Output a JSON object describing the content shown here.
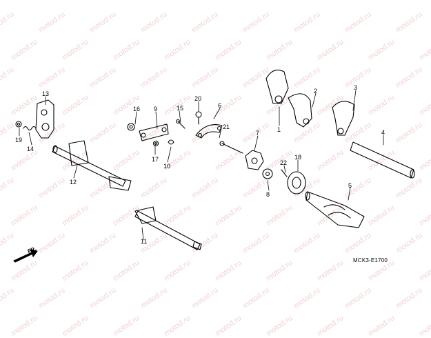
{
  "watermark": {
    "text": "motod.ru"
  },
  "diagram_code": "MCK3-E1700",
  "front_label": "FR.",
  "callouts": [
    {
      "id": "c1",
      "label": "1"
    },
    {
      "id": "c2",
      "label": "2"
    },
    {
      "id": "c3",
      "label": "3"
    },
    {
      "id": "c4",
      "label": "4"
    },
    {
      "id": "c5",
      "label": "5"
    },
    {
      "id": "c6",
      "label": "6"
    },
    {
      "id": "c7",
      "label": "7"
    },
    {
      "id": "c8",
      "label": "8"
    },
    {
      "id": "c9",
      "label": "9"
    },
    {
      "id": "c10",
      "label": "10"
    },
    {
      "id": "c11",
      "label": "11"
    },
    {
      "id": "c12",
      "label": "12"
    },
    {
      "id": "c13",
      "label": "13"
    },
    {
      "id": "c14",
      "label": "14"
    },
    {
      "id": "c15",
      "label": "15"
    },
    {
      "id": "c16",
      "label": "16"
    },
    {
      "id": "c17",
      "label": "17"
    },
    {
      "id": "c18",
      "label": "18"
    },
    {
      "id": "c19",
      "label": "19"
    },
    {
      "id": "c20",
      "label": "20"
    },
    {
      "id": "c21",
      "label": "21"
    },
    {
      "id": "c22",
      "label": "22"
    }
  ]
}
